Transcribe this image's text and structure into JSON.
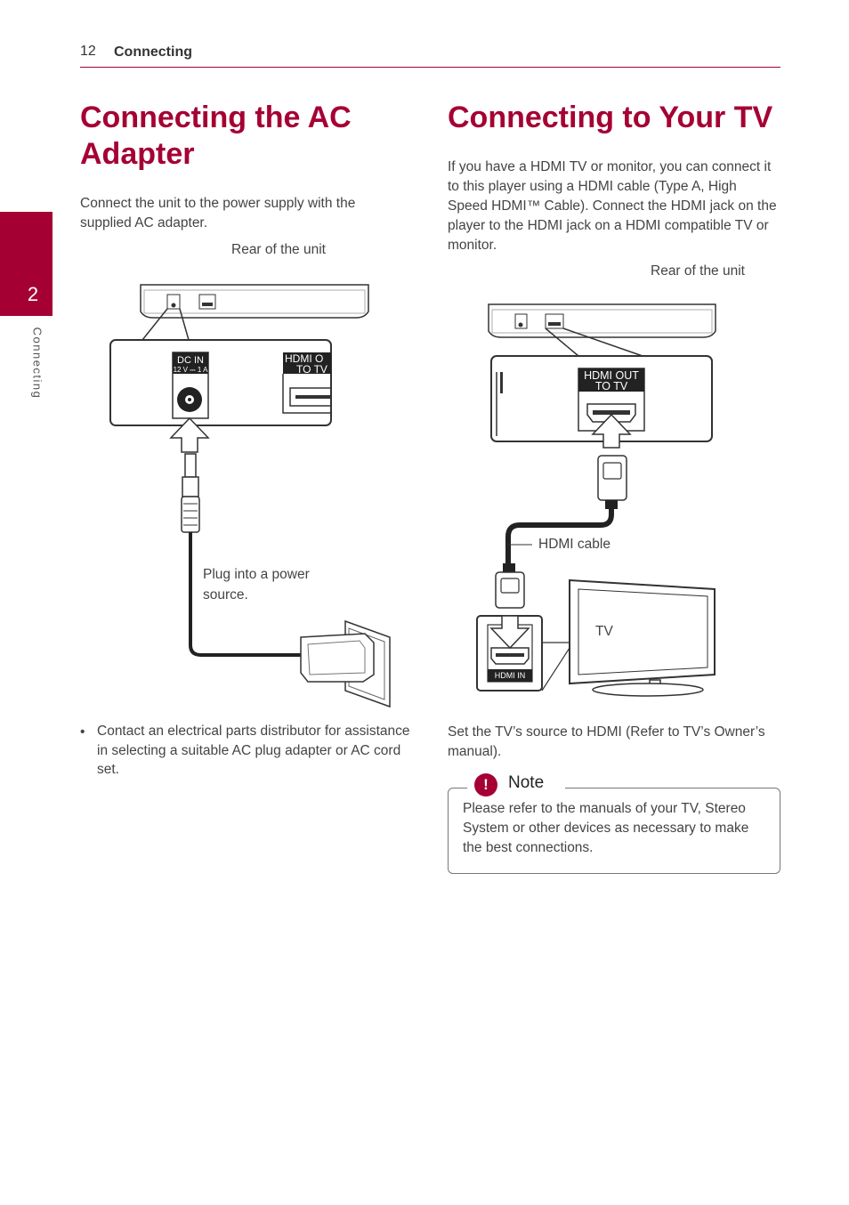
{
  "header": {
    "page_number": "12",
    "section": "Connecting"
  },
  "side_tab": {
    "number": "2",
    "label": "Connecting"
  },
  "left": {
    "title": "Connecting the AC Adapter",
    "intro": "Connect the unit to the power supply with the supplied AC adapter.",
    "label_rear": "Rear of the unit",
    "label_dc": "DC IN",
    "label_dc_spec": "12 V ⎓ 1 A",
    "label_hdmi_partial_1": "HDMI O",
    "label_hdmi_partial_2": "TO TV",
    "label_plug": "Plug into a power source.",
    "bullet": "Contact an electrical parts distributor for assistance in selecting a suitable AC plug adapter or AC cord set."
  },
  "right": {
    "title": "Connecting to Your TV",
    "intro": "If you have a HDMI TV or monitor, you can connect it to this player using a HDMI cable (Type A, High Speed HDMI™ Cable). Connect the HDMI jack on the player to the HDMI jack on a HDMI compatible TV or monitor.",
    "label_rear": "Rear of the unit",
    "label_hdmi_out_1": "HDMI OUT",
    "label_hdmi_out_2": "TO TV",
    "label_cable": "HDMI cable",
    "label_tv": "TV",
    "label_hdmi_in": "HDMI IN",
    "source_text": "Set the TV’s source to HDMI (Refer to TV’s Owner’s manual).",
    "note": {
      "icon": "!",
      "title": "Note",
      "text": "Please refer to the manuals of your TV, Stereo System or other devices as necessary to make the best connections."
    }
  },
  "colors": {
    "accent": "#a50034"
  }
}
